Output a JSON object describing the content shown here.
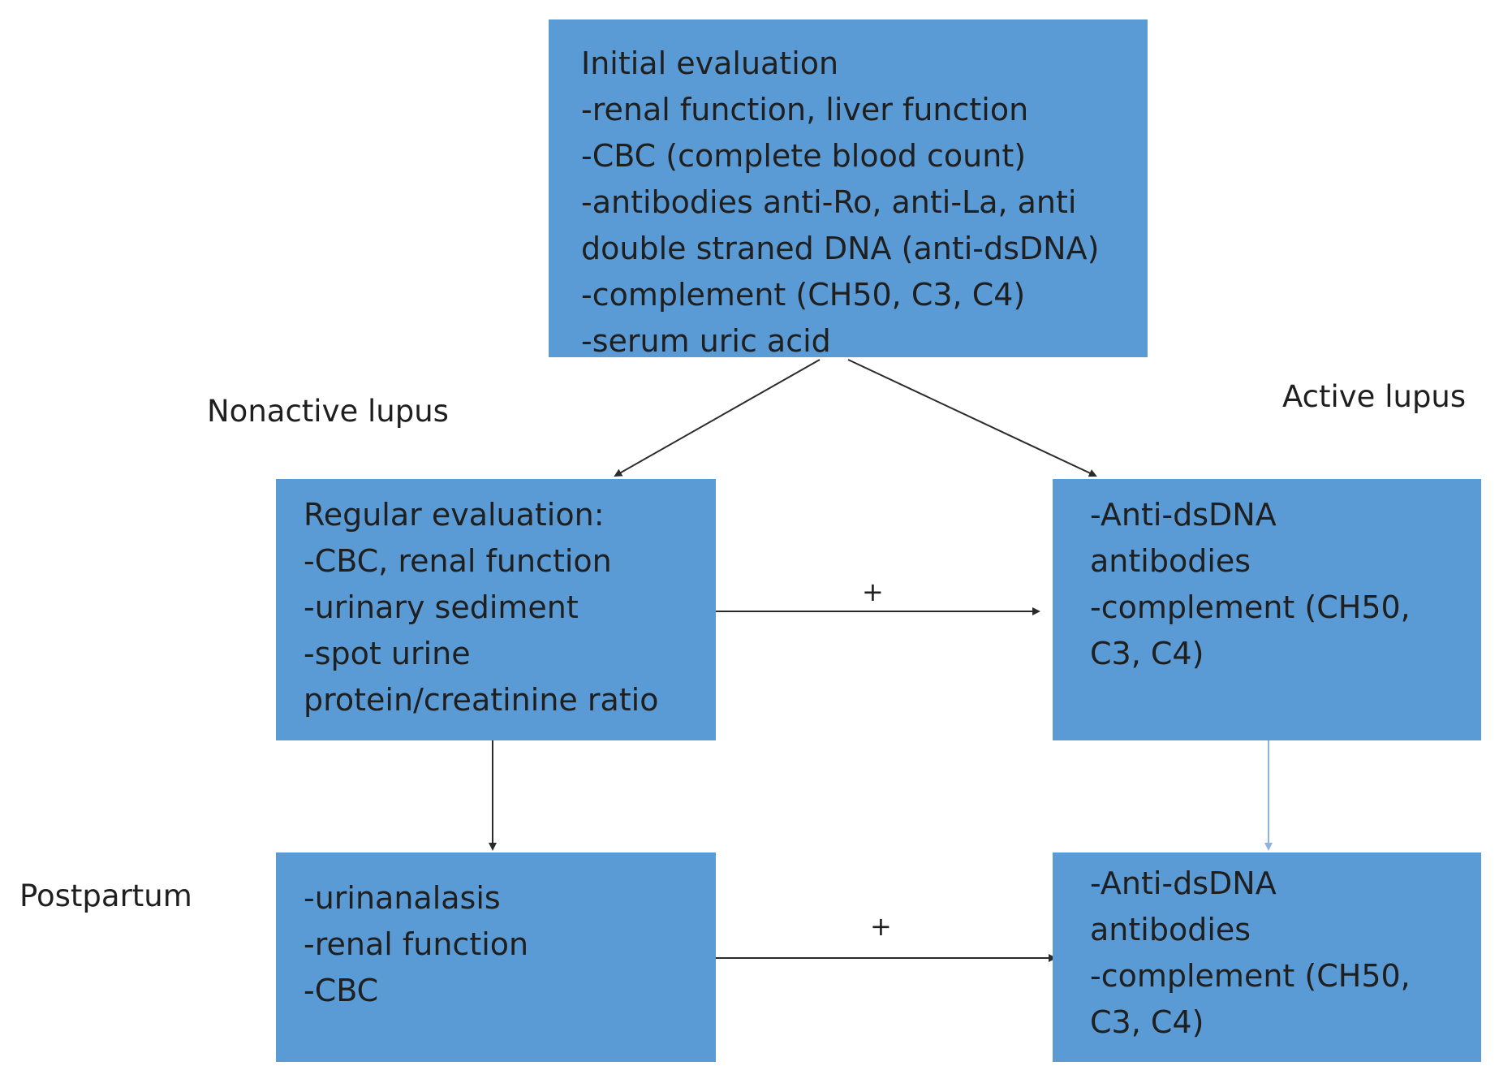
{
  "labels": {
    "nonactive": "Nonactive lupus",
    "active": "Active lupus",
    "postpartum": "Postpartum"
  },
  "boxes": {
    "initial": {
      "lines": [
        "Initial evaluation",
        "-renal function, liver function",
        "-CBC (complete blood count)",
        "-antibodies anti-Ro, anti-La, anti",
        "double straned DNA (anti-dsDNA)",
        "-complement (CH50, C3, C4)",
        "-serum uric acid"
      ]
    },
    "regular": {
      "lines": [
        "Regular evaluation:",
        "-CBC, renal function",
        "-urinary sediment",
        "-spot urine",
        "protein/creatinine ratio"
      ]
    },
    "active_tests": {
      "lines": [
        "-Anti-dsDNA",
        "antibodies",
        "-complement (CH50,",
        "C3, C4)"
      ]
    },
    "postpartum_tests": {
      "lines": [
        "-urinanalasis",
        "-renal function",
        "-CBC"
      ]
    },
    "postpartum_active_tests": {
      "lines": [
        "-Anti-dsDNA",
        "antibodies",
        "-complement (CH50,",
        "C3, C4)"
      ]
    }
  },
  "connectors": {
    "regular_to_active": "+",
    "postpartum_to_active": "+"
  },
  "colors": {
    "box_fill": "#5b9bd5",
    "arrow": "#2b2b2b",
    "arrow_light": "#8fb4dc"
  }
}
